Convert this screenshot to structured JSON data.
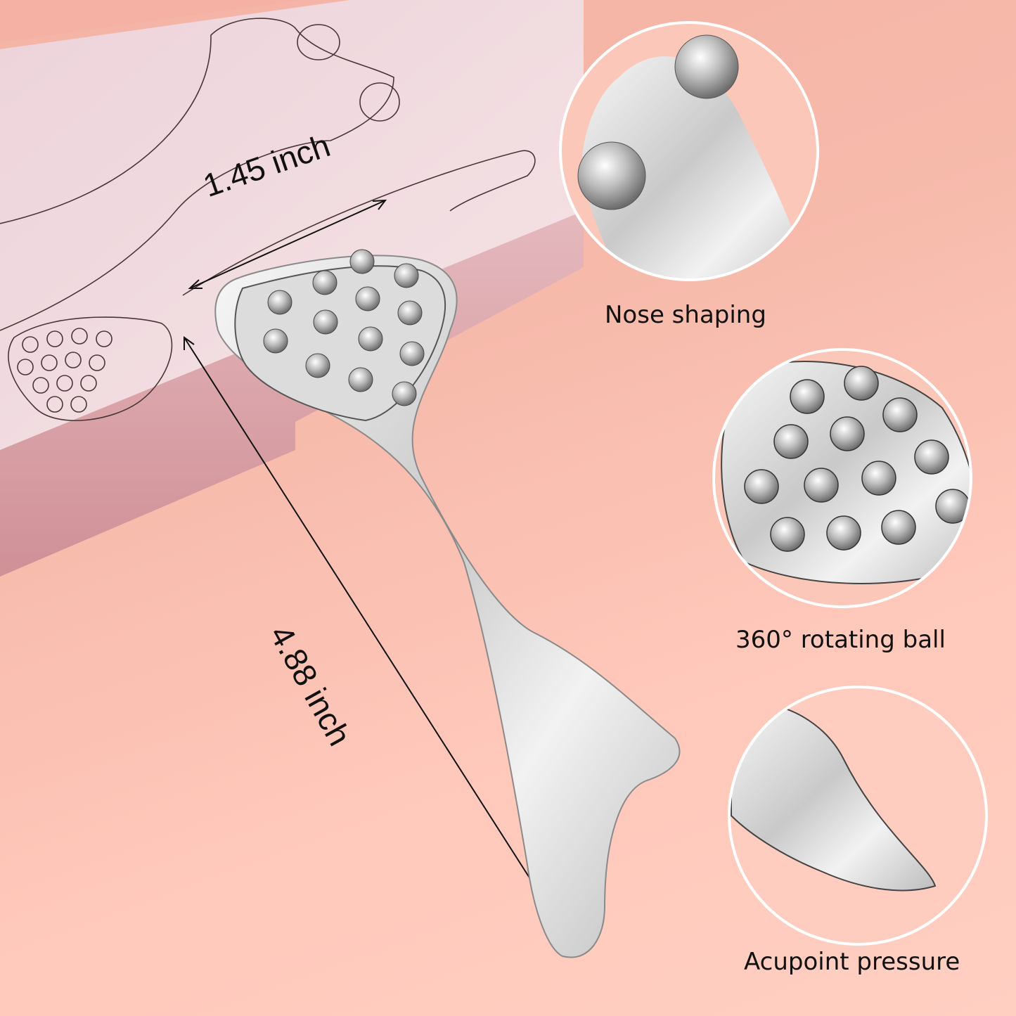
{
  "product": {
    "dimensions": {
      "width_label": "1.45 inch",
      "length_label": "4.88 inch"
    },
    "features": [
      {
        "label": "Nose shaping",
        "icon": "nose-roller-detail"
      },
      {
        "label": "360° rotating ball",
        "icon": "rotating-ball-head-detail"
      },
      {
        "label": "Acupoint pressure",
        "icon": "acupoint-tip-detail"
      }
    ]
  },
  "colors": {
    "background": "#f8bdaf",
    "box": "#f1dde2",
    "box_side": "#dca4a8",
    "metal": "#d9d9d9",
    "outline": "#4a3638",
    "circle_border": "#ffffff",
    "text": "#111111"
  }
}
